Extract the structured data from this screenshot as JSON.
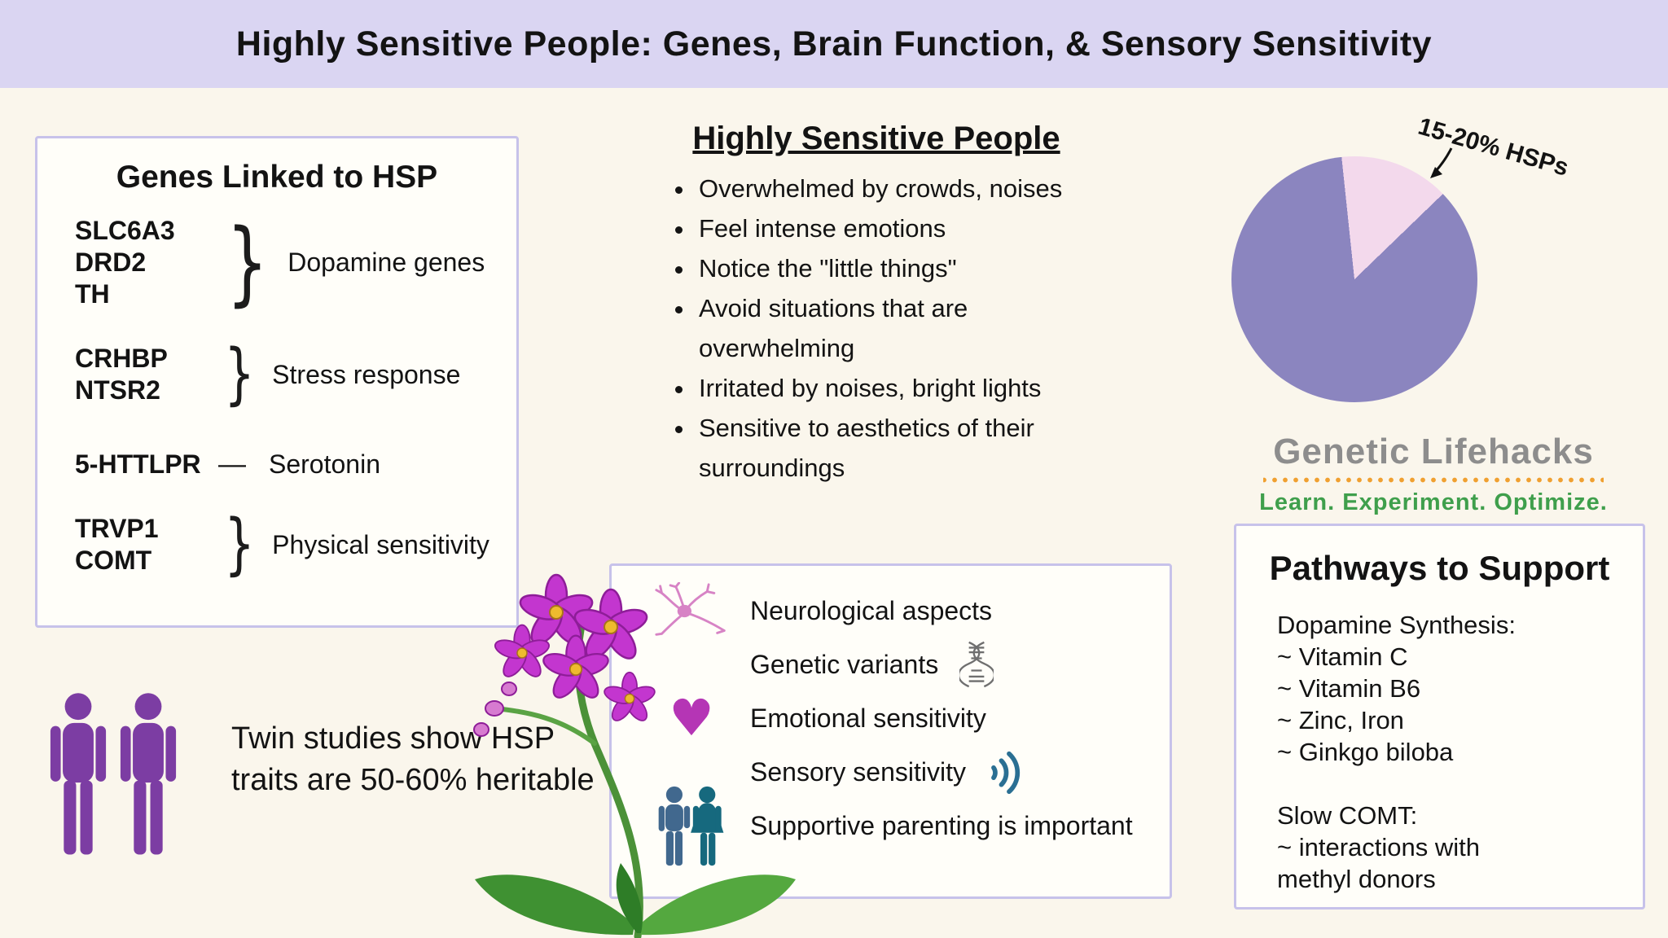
{
  "banner": {
    "title": "Highly Sensitive People: Genes, Brain Function, & Sensory Sensitivity"
  },
  "genes_box": {
    "title": "Genes Linked to HSP",
    "groups": [
      {
        "genes": [
          "SLC6A3",
          "DRD2",
          "TH"
        ],
        "connector": "}",
        "label": "Dopamine genes"
      },
      {
        "genes": [
          "CRHBP",
          "NTSR2"
        ],
        "connector": "}",
        "label": "Stress response"
      },
      {
        "genes": [
          "5-HTTLPR"
        ],
        "connector": "—",
        "label": "Serotonin"
      },
      {
        "genes": [
          "TRVP1",
          "COMT"
        ],
        "connector": "}",
        "label": "Physical sensitivity"
      }
    ]
  },
  "hsp_box": {
    "title": "Highly Sensitive People",
    "items": [
      "Overwhelmed by crowds, noises",
      "Feel intense emotions",
      "Notice the \"little things\"",
      "Avoid situations that are overwhelming",
      "Irritated by noises, bright lights",
      "Sensitive to aesthetics of their surroundings"
    ]
  },
  "pie": {
    "annotation": "15-20% HSPs",
    "slice_color": "#f3d9ec",
    "main_color": "#8b85bf"
  },
  "chart_data": {
    "type": "pie",
    "title": "Share of population that are Highly Sensitive People",
    "slices": [
      {
        "label": "15-20% HSPs",
        "value": 17.5,
        "color": "#f3d9ec"
      },
      {
        "label": "",
        "value": 82.5,
        "color": "#8b85bf"
      }
    ],
    "legend_position": "none",
    "annotation": "15-20% HSPs"
  },
  "logo": {
    "name": "Genetic Lifehacks",
    "tagline": "Learn. Experiment. Optimize.",
    "name_color": "#8d8d8d",
    "tagline_color": "#3f9f4c",
    "dots_color": "#f0a030"
  },
  "pathways_box": {
    "title": "Pathways to Support",
    "sections": [
      {
        "heading": "Dopamine Synthesis:",
        "items": [
          "~ Vitamin C",
          "~ Vitamin B6",
          "~ Zinc, Iron",
          "~ Ginkgo biloba"
        ]
      },
      {
        "heading": "Slow COMT:",
        "items": [
          "~ interactions with methyl donors"
        ]
      }
    ]
  },
  "twins": {
    "lines": [
      "Twin studies show HSP",
      "traits are 50-60% heritable"
    ],
    "icon_color": "#7c3da3"
  },
  "aspects_box": {
    "rows": [
      {
        "icon": "neuron-icon",
        "text": "Neurological aspects"
      },
      {
        "icon": "dna-icon",
        "text": "Genetic variants"
      },
      {
        "icon": "heart-icon",
        "text": "Emotional sensitivity"
      },
      {
        "icon": "sound-waves-icon",
        "text": "Sensory sensitivity"
      },
      {
        "icon": "couple-icon",
        "text": "Supportive parenting is important"
      }
    ]
  },
  "icons": {
    "heart_glyph": "♥"
  },
  "colors": {
    "banner_bg": "#dad5f2",
    "page_bg": "#faf6ec",
    "panel_border": "#c7c2ea",
    "pie_main": "#8b85bf",
    "pie_slice": "#f3d9ec",
    "twins_purple": "#7c3da3",
    "heart_magenta": "#b535b5",
    "waves_teal": "#2a6f93",
    "couple_blue": "#41688e",
    "couple_teal": "#16697e",
    "neuron_pink": "#d783c5",
    "orchid_magenta": "#c336cf",
    "orchid_green": "#4b9138"
  }
}
